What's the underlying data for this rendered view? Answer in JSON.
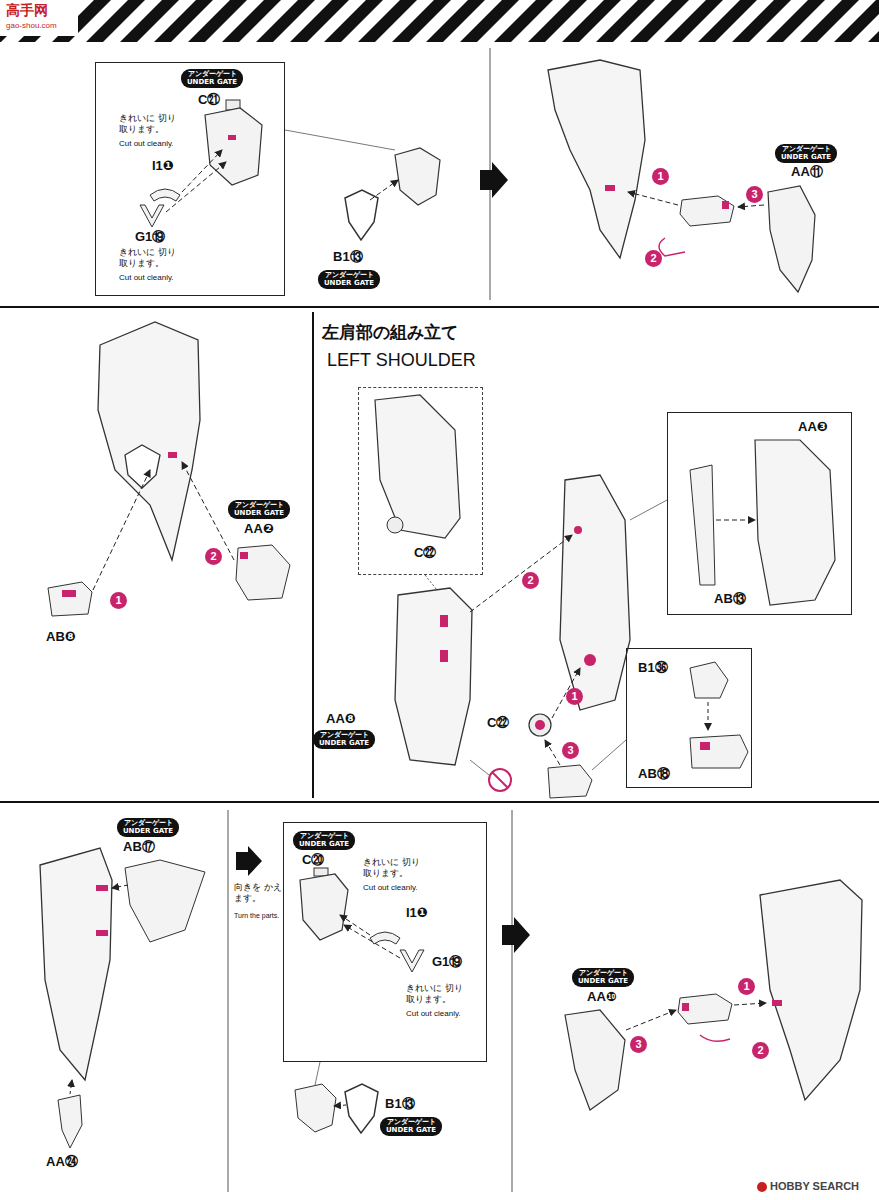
{
  "diagram": {
    "title": "左肩部の組み立て",
    "nodes": [
      {
        "text": [
          "C㉑",
          "きれいに 切り取ります。",
          "Cut out cleanly.",
          "I1❶",
          "G1⑲",
          "きれいに 切り取ります。",
          "Cut out cleanly."
        ]
      },
      {
        "text": [
          "アンダーゲート UNDER GATE"
        ],
        "in": 0
      },
      {
        "text": [
          "アンダーゲート UNDER GATE"
        ]
      },
      {
        "text": [
          "アンダーゲート UNDER GATE"
        ]
      },
      {
        "text": [
          "アンダーゲート UNDER GATE"
        ]
      },
      {
        "text": [
          "C㉒"
        ]
      },
      {
        "text": [
          "AA❸",
          "AB⑬"
        ]
      },
      {
        "text": [
          "B1㊱",
          "AB⑱"
        ]
      },
      {
        "text": [
          "アンダーゲート UNDER GATE"
        ]
      },
      {
        "text": [
          "アンダーゲート UNDER GATE"
        ]
      },
      {
        "text": [
          "C⑳",
          "きれいに 切り取ります。",
          "Cut out cleanly.",
          "I1❶",
          "G1⑲",
          "きれいに 切り取ります。",
          "Cut out cleanly."
        ]
      },
      {
        "text": [
          "アンダーゲート UNDER GATE"
        ],
        "in": 10
      },
      {
        "text": [
          "アンダーゲート UNDER GATE"
        ]
      },
      {
        "text": [
          "アンダーゲート UNDER GATE"
        ]
      }
    ],
    "labels": [
      "高手网",
      "gao-shou.com",
      "B1⑬",
      "1",
      "2",
      "3",
      "AA⑪",
      "2",
      "AA❷",
      "1",
      "AB❽",
      "LEFT SHOULDER",
      "2",
      "C㉒",
      "1",
      "3",
      "AA❽",
      "AB⑰",
      "向きを かえます。",
      "Turn the parts.",
      "B1⑬",
      "AA㉔",
      "AA❿",
      "3",
      "1",
      "2",
      "HOBBY SEARCH"
    ]
  }
}
